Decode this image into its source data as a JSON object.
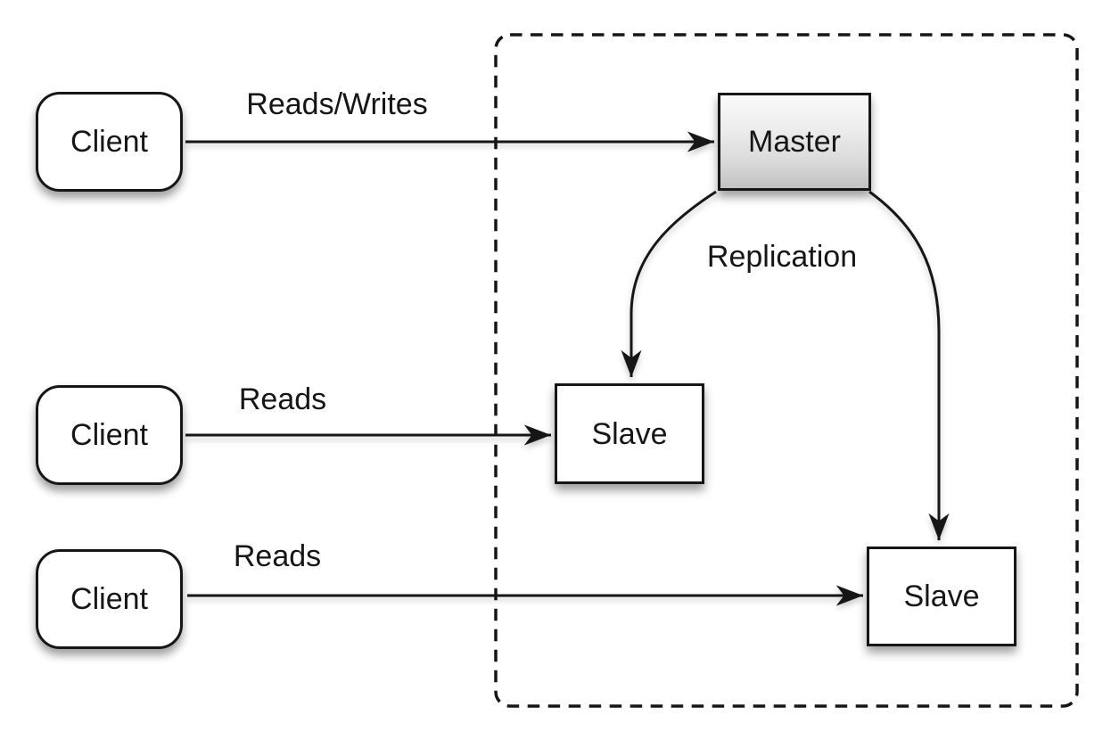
{
  "nodes": {
    "client_1": {
      "label": "Client"
    },
    "client_2": {
      "label": "Client"
    },
    "client_3": {
      "label": "Client"
    },
    "master": {
      "label": "Master"
    },
    "slave_1": {
      "label": "Slave"
    },
    "slave_2": {
      "label": "Slave"
    }
  },
  "edges": {
    "client1_to_master": {
      "label": "Reads/Writes"
    },
    "client2_to_slave1": {
      "label": "Reads"
    },
    "client3_to_slave2": {
      "label": "Reads"
    },
    "master_to_slaves": {
      "label": "Replication"
    }
  },
  "colors": {
    "stroke": "#161616",
    "node_fill": "#ffffff",
    "master_gradient_top": "#fafafa",
    "master_gradient_bottom": "#c2c2c2",
    "background": "#ffffff"
  }
}
